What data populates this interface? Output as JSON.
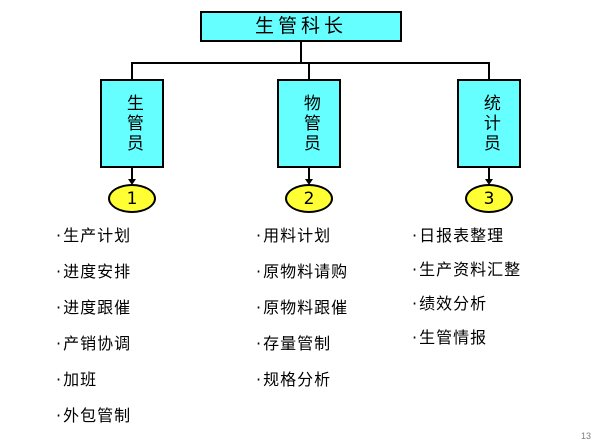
{
  "slide": {
    "page_number": "13",
    "background_color": "#ffffff",
    "box_fill_color": "#66ffff",
    "badge_fill_color": "#ffff33",
    "border_color": "#000000"
  },
  "org_chart": {
    "root": {
      "label": "生管科长"
    },
    "nodes": [
      {
        "label": "生管员",
        "badge": "1",
        "duties": [
          "生产计划",
          "进度安排",
          "进度跟催",
          "产销协调",
          "加班",
          "外包管制"
        ]
      },
      {
        "label": "物管员",
        "badge": "2",
        "duties": [
          "用料计划",
          "原物料请购",
          "原物料跟催",
          "存量管制",
          "规格分析"
        ]
      },
      {
        "label": "统计员",
        "badge": "3",
        "duties": [
          "日报表整理",
          "生产资料汇整",
          "绩效分析",
          "生管情报"
        ]
      }
    ],
    "bullet_glyph": "·"
  }
}
